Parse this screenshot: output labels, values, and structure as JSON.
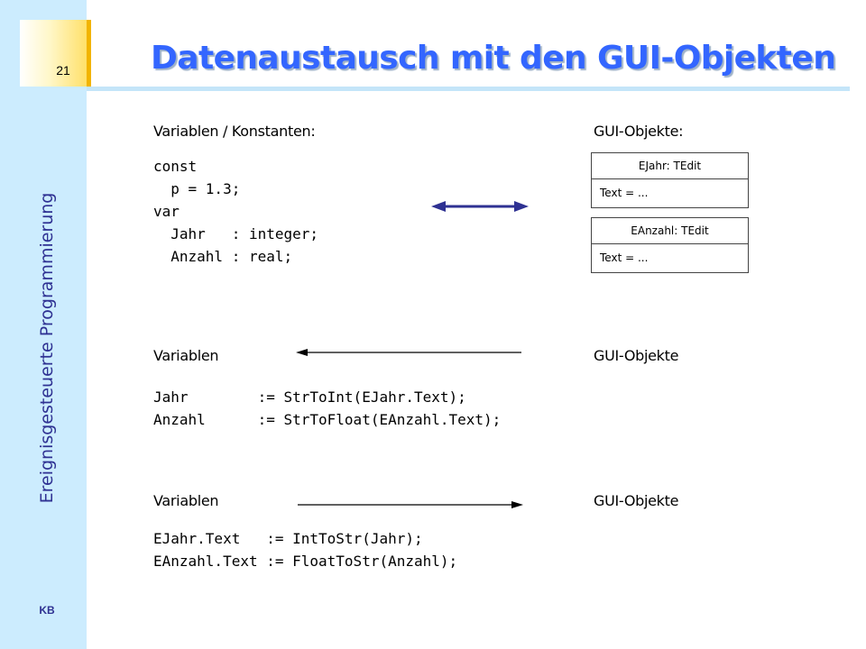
{
  "slide": {
    "number": "21",
    "title": "Datenaustausch mit den GUI-Objekten",
    "vertical_title": "Ereignisgesteuerte Programmierung",
    "author": "KB"
  },
  "section1": {
    "left_label": "Variablen / Konstanten:",
    "right_label": "GUI-Objekte:",
    "code": [
      "const",
      "  p = 1.3;",
      "var",
      "  Jahr   : integer;",
      "  Anzahl : real;"
    ],
    "gui_objects": [
      {
        "header": "EJahr: TEdit",
        "body": "Text = ..."
      },
      {
        "header": "EAnzahl: TEdit",
        "body": "Text = ..."
      }
    ]
  },
  "section2": {
    "left_label": "Variablen",
    "right_label": "GUI-Objekte",
    "code": [
      "Jahr        := StrToInt(EJahr.Text);",
      "Anzahl      := StrToFloat(EAnzahl.Text);"
    ]
  },
  "section3": {
    "left_label": "Variablen",
    "right_label": "GUI-Objekte",
    "code": [
      "EJahr.Text   := IntToStr(Jahr);",
      "EAnzahl.Text := FloatToStr(Anzahl);"
    ]
  },
  "colors": {
    "title": "#3366ff",
    "sidebar": "#ccecfe",
    "accent": "#f2b400",
    "double_arrow": "#2e3192",
    "arrow": "#000000"
  }
}
